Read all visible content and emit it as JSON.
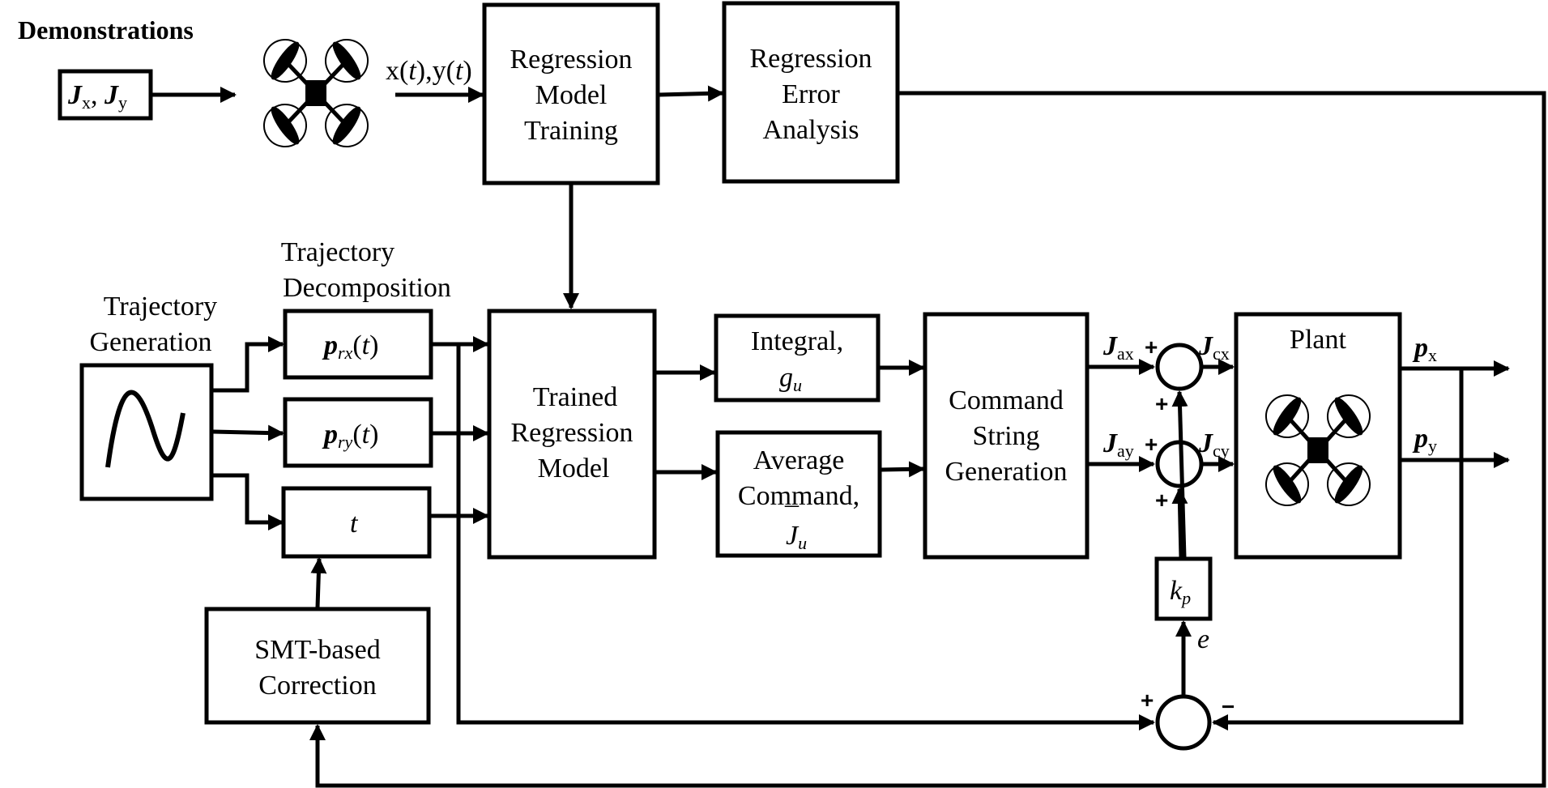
{
  "title": "Demonstrations",
  "demo_signal": {
    "base1": "J",
    "sub1": "x",
    "sep": ", ",
    "base2": "J",
    "sub2": "y"
  },
  "demo_output": {
    "x": "x(",
    "t1": "t",
    "mid": "),y(",
    "t2": "t",
    "end": ")"
  },
  "blocks": {
    "regression_training": [
      "Regression",
      "Model",
      "Training"
    ],
    "regression_error": [
      "Regression",
      "Error",
      "Analysis"
    ],
    "trajectory_generation": [
      "Trajectory",
      "Generation"
    ],
    "trajectory_decomposition": [
      "Trajectory",
      "Decomposition"
    ],
    "trained_model": [
      "Trained",
      "Regression",
      "Model"
    ],
    "integral": {
      "line1": "Integral,",
      "symbol": "g",
      "sub": "u"
    },
    "average": {
      "line1": "Average",
      "line2": "Command,",
      "symbol": "J",
      "bar": "¯",
      "sub": "u"
    },
    "command_string": [
      "Command",
      "String",
      "Generation"
    ],
    "plant": "Plant",
    "smt": [
      "SMT-based",
      "Correction"
    ],
    "gain": {
      "symbol": "k",
      "sub": "p"
    }
  },
  "decomp_outputs": {
    "prx": {
      "base": "p",
      "sub": "rx",
      "arg": "(",
      "t": "t",
      "close": ")"
    },
    "pry": {
      "base": "p",
      "sub": "ry",
      "arg": "(",
      "t": "t",
      "close": ")"
    },
    "t": "t"
  },
  "signals": {
    "jax": {
      "base": "J",
      "sub": "ax"
    },
    "jay": {
      "base": "J",
      "sub": "ay"
    },
    "jcx": {
      "base": "J",
      "sub": "cx"
    },
    "jcy": {
      "base": "J",
      "sub": "cy"
    },
    "px": {
      "base": "p",
      "sub": "x"
    },
    "py": {
      "base": "p",
      "sub": "y"
    },
    "e": "e"
  },
  "signs": {
    "plus": "+",
    "minus": "−"
  },
  "icons": [
    "quadrotor-icon",
    "sine-wave-icon"
  ]
}
